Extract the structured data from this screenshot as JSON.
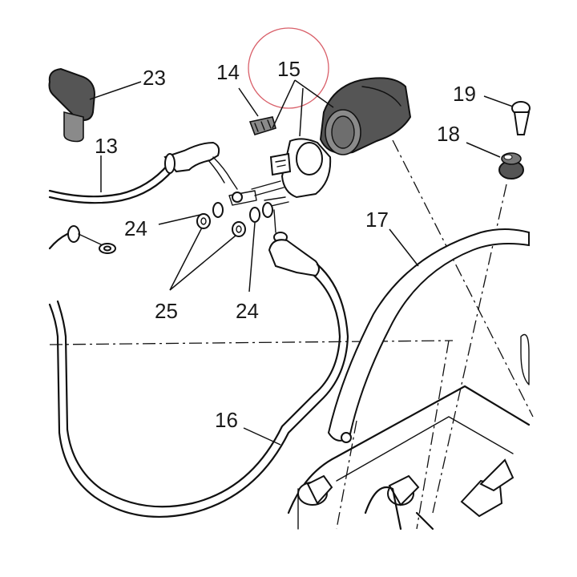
{
  "labels": {
    "p13": "13",
    "p14": "14",
    "p15": "15",
    "p16": "16",
    "p17": "17",
    "p18": "18",
    "p19": "19",
    "p23": "23",
    "p24a": "24",
    "p24b": "24",
    "p25": "25"
  },
  "colors": {
    "highlight_circle": "#d9606a",
    "part_dark": "#555555",
    "part_mid": "#8a8a8a",
    "ink": "#111111"
  }
}
